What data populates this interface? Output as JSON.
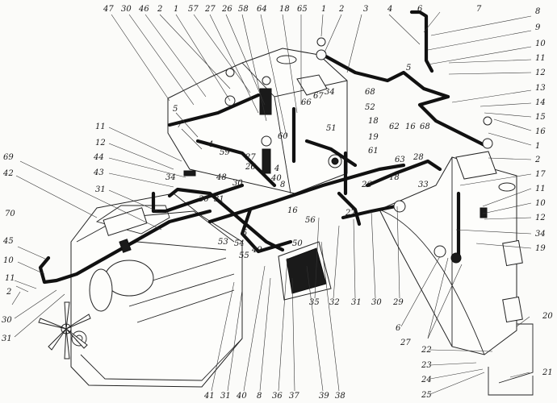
{
  "figure": {
    "type": "exploded-assembly-diagram",
    "subject": "engine fuel system with tank, pipes, filters and fuel tank mounting",
    "callouts_top": [
      "47",
      "30",
      "46",
      "2",
      "1",
      "57",
      "27",
      "26",
      "58",
      "64",
      "18",
      "65",
      "1",
      "2",
      "3",
      "4",
      "6",
      "7"
    ],
    "callouts_right": [
      "8",
      "9",
      "10",
      "11",
      "12",
      "13",
      "14",
      "15",
      "16",
      "1",
      "2",
      "17",
      "11",
      "10",
      "12",
      "34",
      "19",
      "20",
      "21"
    ],
    "callouts_left": [
      "5",
      "7",
      "11",
      "12",
      "44",
      "34",
      "43",
      "31",
      "69",
      "42",
      "70",
      "45",
      "10",
      "11",
      "2",
      "30",
      "31"
    ],
    "callouts_center": [
      "34",
      "68",
      "52",
      "18",
      "19",
      "51",
      "61",
      "62",
      "16",
      "68",
      "63",
      "18",
      "28",
      "33",
      "66",
      "67",
      "59",
      "27",
      "26",
      "4",
      "60",
      "4",
      "48",
      "30",
      "30",
      "31",
      "40",
      "8",
      "53",
      "54",
      "55",
      "56",
      "50",
      "49",
      "26",
      "27",
      "16",
      "5"
    ],
    "callouts_bottom": [
      "41",
      "31",
      "40",
      "8",
      "36",
      "37",
      "39",
      "38",
      "35",
      "32",
      "31",
      "30",
      "29",
      "6",
      "27",
      "22",
      "23",
      "24",
      "25"
    ]
  },
  "labels": [
    {
      "id": "47",
      "t": "47"
    },
    {
      "id": "30a",
      "t": "30"
    },
    {
      "id": "46",
      "t": "46"
    },
    {
      "id": "2a",
      "t": "2"
    },
    {
      "id": "1a",
      "t": "1"
    },
    {
      "id": "57",
      "t": "57"
    },
    {
      "id": "27a",
      "t": "27"
    },
    {
      "id": "26a",
      "t": "26"
    },
    {
      "id": "58",
      "t": "58"
    },
    {
      "id": "64",
      "t": "64"
    },
    {
      "id": "18a",
      "t": "18"
    },
    {
      "id": "65",
      "t": "65"
    },
    {
      "id": "1b",
      "t": "1"
    },
    {
      "id": "2b",
      "t": "2"
    },
    {
      "id": "3",
      "t": "3"
    },
    {
      "id": "4a",
      "t": "4"
    },
    {
      "id": "6a",
      "t": "6"
    },
    {
      "id": "7a",
      "t": "7"
    },
    {
      "id": "8a",
      "t": "8"
    },
    {
      "id": "9",
      "t": "9"
    },
    {
      "id": "10a",
      "t": "10"
    },
    {
      "id": "11a",
      "t": "11"
    },
    {
      "id": "12a",
      "t": "12"
    },
    {
      "id": "5a",
      "t": "5"
    },
    {
      "id": "13",
      "t": "13"
    },
    {
      "id": "14",
      "t": "14"
    },
    {
      "id": "15",
      "t": "15"
    },
    {
      "id": "16a",
      "t": "16"
    },
    {
      "id": "1c",
      "t": "1"
    },
    {
      "id": "2c",
      "t": "2"
    },
    {
      "id": "17",
      "t": "17"
    },
    {
      "id": "11b",
      "t": "11"
    },
    {
      "id": "10b",
      "t": "10"
    },
    {
      "id": "12b",
      "t": "12"
    },
    {
      "id": "34a",
      "t": "34"
    },
    {
      "id": "19a",
      "t": "19"
    },
    {
      "id": "20",
      "t": "20"
    },
    {
      "id": "21",
      "t": "21"
    },
    {
      "id": "22",
      "t": "22"
    },
    {
      "id": "23",
      "t": "23"
    },
    {
      "id": "24",
      "t": "24"
    },
    {
      "id": "25",
      "t": "25"
    },
    {
      "id": "27b",
      "t": "27"
    },
    {
      "id": "6b",
      "t": "6"
    },
    {
      "id": "29",
      "t": "29"
    },
    {
      "id": "30b",
      "t": "30"
    },
    {
      "id": "31a",
      "t": "31"
    },
    {
      "id": "32",
      "t": "32"
    },
    {
      "id": "35",
      "t": "35"
    },
    {
      "id": "38",
      "t": "38"
    },
    {
      "id": "39",
      "t": "39"
    },
    {
      "id": "37",
      "t": "37"
    },
    {
      "id": "36",
      "t": "36"
    },
    {
      "id": "8b",
      "t": "8"
    },
    {
      "id": "40a",
      "t": "40"
    },
    {
      "id": "31b",
      "t": "31"
    },
    {
      "id": "41",
      "t": "41"
    },
    {
      "id": "5b",
      "t": "5"
    },
    {
      "id": "7b",
      "t": "7"
    },
    {
      "id": "11c",
      "t": "11"
    },
    {
      "id": "12c",
      "t": "12"
    },
    {
      "id": "44",
      "t": "44"
    },
    {
      "id": "34b",
      "t": "34"
    },
    {
      "id": "43",
      "t": "43"
    },
    {
      "id": "31c",
      "t": "31"
    },
    {
      "id": "69",
      "t": "69"
    },
    {
      "id": "42",
      "t": "42"
    },
    {
      "id": "70",
      "t": "70"
    },
    {
      "id": "45",
      "t": "45"
    },
    {
      "id": "10c",
      "t": "10"
    },
    {
      "id": "11d",
      "t": "11"
    },
    {
      "id": "2d",
      "t": "2"
    },
    {
      "id": "30c",
      "t": "30"
    },
    {
      "id": "31d",
      "t": "31"
    },
    {
      "id": "34c",
      "t": "34"
    },
    {
      "id": "68a",
      "t": "68"
    },
    {
      "id": "52",
      "t": "52"
    },
    {
      "id": "18b",
      "t": "18"
    },
    {
      "id": "19b",
      "t": "19"
    },
    {
      "id": "51",
      "t": "51"
    },
    {
      "id": "61",
      "t": "61"
    },
    {
      "id": "62",
      "t": "62"
    },
    {
      "id": "16b",
      "t": "16"
    },
    {
      "id": "68b",
      "t": "68"
    },
    {
      "id": "63",
      "t": "63"
    },
    {
      "id": "18c",
      "t": "18"
    },
    {
      "id": "28",
      "t": "28"
    },
    {
      "id": "33",
      "t": "33"
    },
    {
      "id": "66",
      "t": "66"
    },
    {
      "id": "67",
      "t": "67"
    },
    {
      "id": "59",
      "t": "59"
    },
    {
      "id": "27c",
      "t": "27"
    },
    {
      "id": "26b",
      "t": "26"
    },
    {
      "id": "4b",
      "t": "4"
    },
    {
      "id": "60",
      "t": "60"
    },
    {
      "id": "4c",
      "t": "4"
    },
    {
      "id": "48",
      "t": "48"
    },
    {
      "id": "30d",
      "t": "30"
    },
    {
      "id": "30e",
      "t": "30"
    },
    {
      "id": "31e",
      "t": "31"
    },
    {
      "id": "40b",
      "t": "40"
    },
    {
      "id": "8c",
      "t": "8"
    },
    {
      "id": "53",
      "t": "53"
    },
    {
      "id": "54",
      "t": "54"
    },
    {
      "id": "55",
      "t": "55"
    },
    {
      "id": "56",
      "t": "56"
    },
    {
      "id": "50",
      "t": "50"
    },
    {
      "id": "49",
      "t": "49"
    },
    {
      "id": "26c",
      "t": "26"
    },
    {
      "id": "27d",
      "t": "27"
    },
    {
      "id": "16c",
      "t": "16"
    },
    {
      "id": "5c",
      "t": "5"
    }
  ]
}
